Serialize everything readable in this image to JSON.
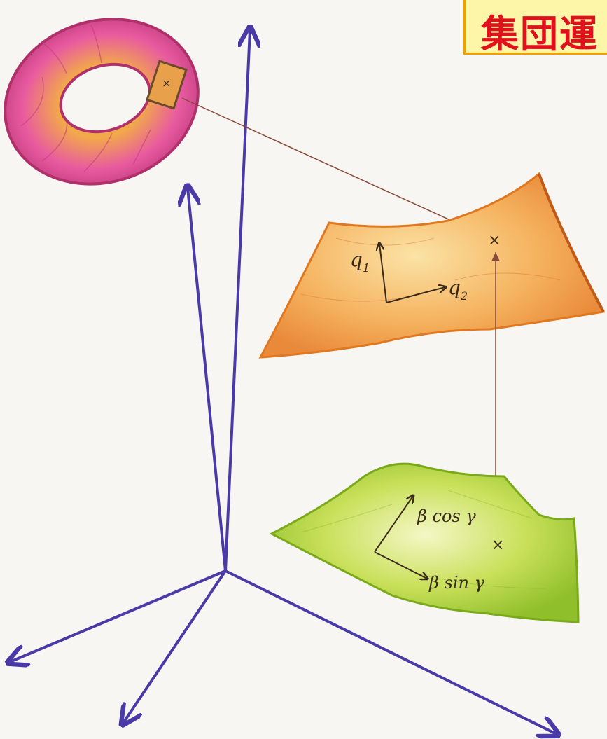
{
  "title": "集団運",
  "labels": {
    "q1": "q",
    "q1_sub": "1",
    "q2": "q",
    "q2_sub": "2",
    "beta_cos": "β cos γ",
    "beta_sin": "β sin γ",
    "point_marker": "×",
    "torus_marker": "×"
  },
  "colors": {
    "axis": "#4a3aa8",
    "torus": "#e0569a",
    "torus_inner": "#f2a94a",
    "orange_surface": "#f3a653",
    "green_surface": "#b9d84a",
    "title_text": "#e0101c",
    "title_bg": "#fdf6a8",
    "title_border": "#f0a000",
    "connector": "#8a4a3a"
  }
}
